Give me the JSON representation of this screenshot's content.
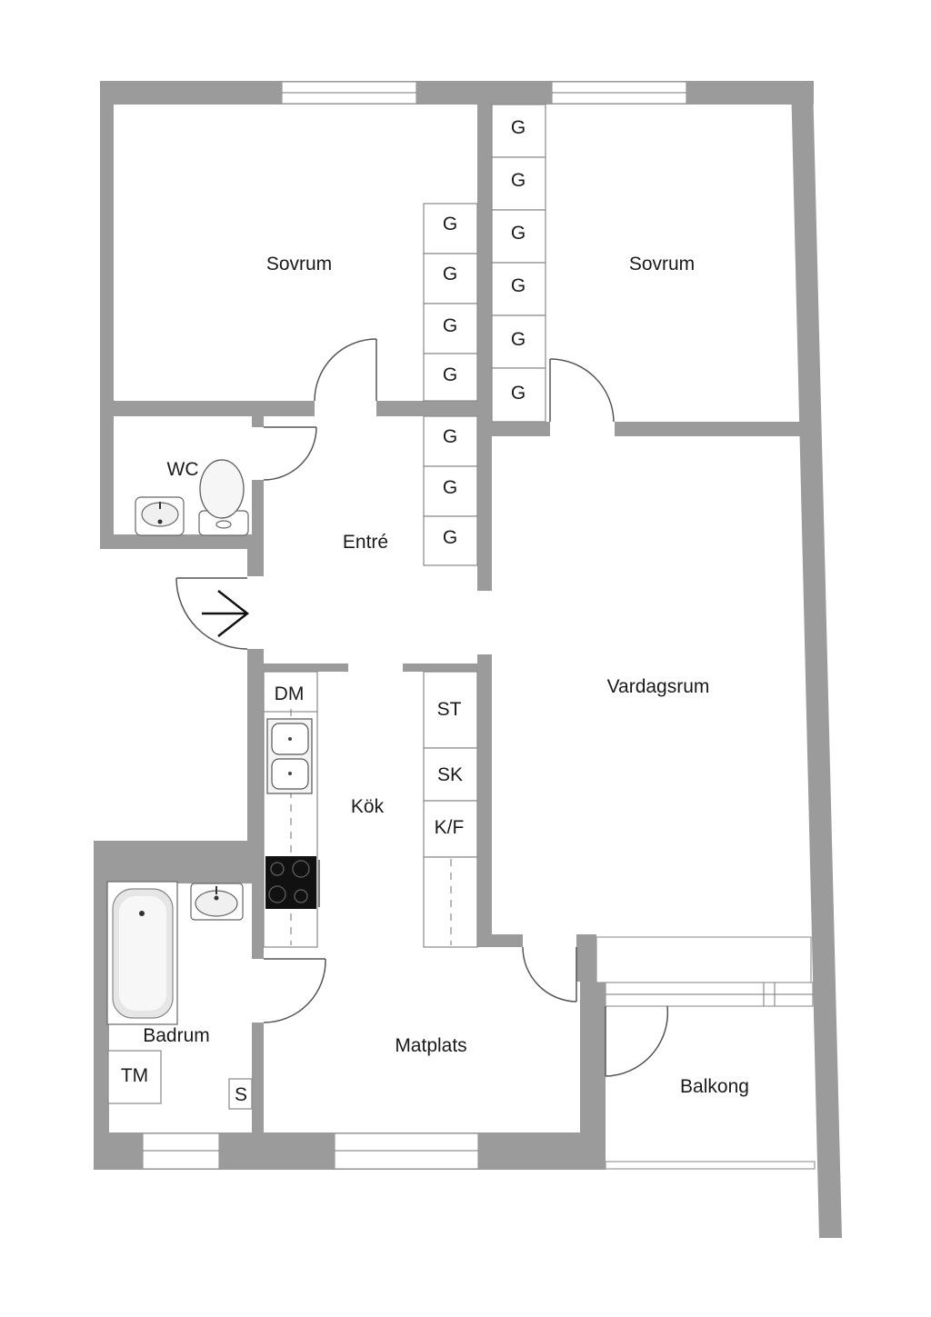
{
  "rooms": {
    "sovrum_left": "Sovrum",
    "sovrum_right": "Sovrum",
    "wc": "WC",
    "entre": "Entré",
    "vardagsrum": "Vardagsrum",
    "kok": "Kök",
    "badrum": "Badrum",
    "matplats": "Matplats",
    "balkong": "Balkong"
  },
  "fixtures": {
    "wardrobe": "G",
    "dishwasher": "DM",
    "storage_st": "ST",
    "storage_sk": "SK",
    "fridge_freezer": "K/F",
    "washing_machine": "TM",
    "s_cabinet": "S"
  },
  "colors": {
    "wall": "#9b9b9b",
    "background": "#ffffff"
  }
}
